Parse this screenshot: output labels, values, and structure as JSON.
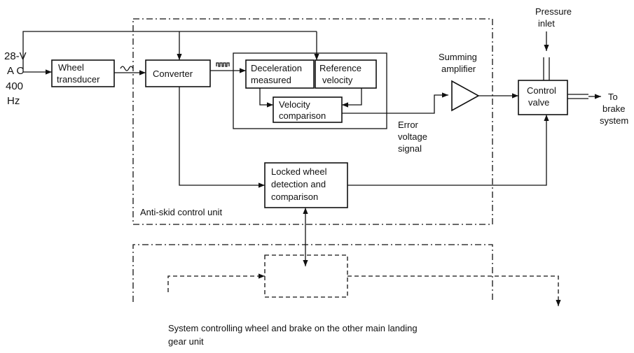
{
  "input": {
    "line1": "28-V",
    "line2": "A C",
    "line3": "400",
    "line4": "Hz"
  },
  "blocks": {
    "wheel_transducer": [
      "Wheel",
      "transducer"
    ],
    "converter": [
      "Converter"
    ],
    "deceleration_measured": [
      "Deceleration",
      "measured"
    ],
    "reference_velocity": [
      "Reference",
      "velocity"
    ],
    "velocity_comparison": [
      "Velocity",
      "comparison"
    ],
    "summing_amplifier": [
      "Summing",
      "amplifier"
    ],
    "control_valve": [
      "Control",
      "valve"
    ],
    "locked_wheel": [
      "Locked wheel",
      "detection and",
      "comparison"
    ]
  },
  "labels": {
    "pressure_inlet": [
      "Pressure",
      "inlet"
    ],
    "to_brake_system": [
      "To",
      "brake",
      "system"
    ],
    "error_voltage_signal": [
      "Error",
      "voltage",
      "signal"
    ],
    "control_unit": "Anti-skid control unit",
    "caption": [
      "System controlling wheel and brake on the other main landing",
      "gear unit"
    ]
  }
}
